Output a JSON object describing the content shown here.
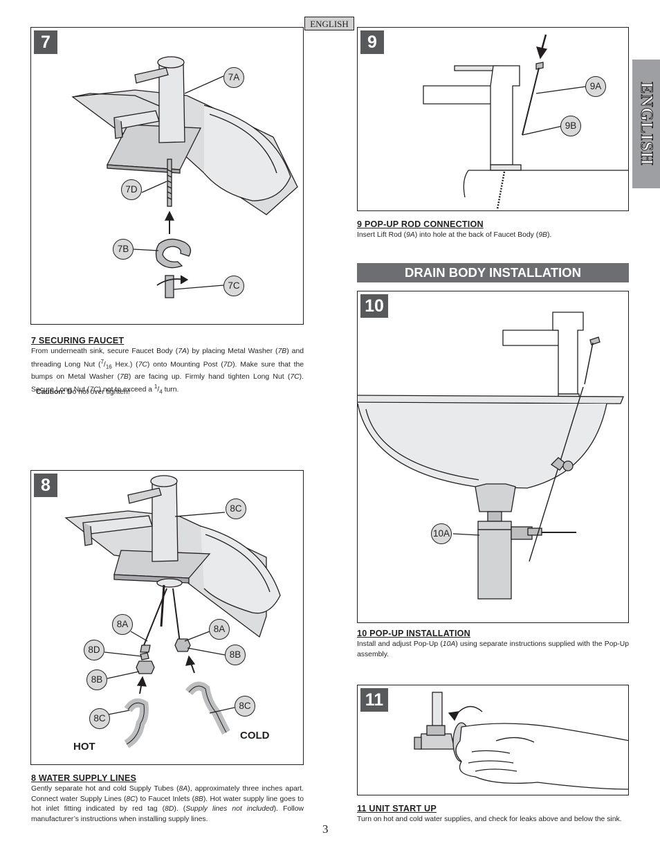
{
  "header": {
    "language_tag": "ENGLISH",
    "side_tab": "ENGLISH"
  },
  "page_number": "3",
  "colors": {
    "step_badge": "#58595b",
    "callout_fill": "#d9d9d9",
    "banner": "#6d6e71",
    "side_tab": "#9d9fa2",
    "line": "#231f20"
  },
  "step7": {
    "number": "7",
    "callouts": {
      "a": "7A",
      "b": "7B",
      "c": "7C",
      "d": "7D"
    },
    "heading": "7  SECURING FAUCET",
    "text": {
      "s1": "From underneath sink, secure Faucet Body (",
      "r1": "7A",
      "s2": ") by placing Metal Washer (",
      "r2": "7B",
      "s3": ") and threading Long Nut (",
      "frac1_num": "7",
      "frac1_den": "16",
      "s4": " Hex.) (",
      "r3": "7C",
      "s5": ") onto Mounting Post (",
      "r4": "7D",
      "s6": "). Make sure that the bumps on Metal Washer (",
      "r5": "7B",
      "s7": ") are facing up. Firmly hand tighten Long Nut (",
      "r6": "7C",
      "s8": "). Secure Long Nut (",
      "r7": "7C",
      "s9": ") not to exceed a ",
      "frac2_num": "1",
      "frac2_den": "4",
      "s10": " turn.",
      "caution_label": "Caution:",
      "caution_text": " Do not over tighten!"
    }
  },
  "step8": {
    "number": "8",
    "callouts": {
      "c_top": "8C",
      "a_left": "8A",
      "a_right": "8A",
      "d": "8D",
      "b_right": "8B",
      "b_left": "8B",
      "c_right": "8C",
      "c_left": "8C"
    },
    "hot_label": "HOT",
    "cold_label": "COLD",
    "heading": "8  WATER SUPPLY LINES",
    "text": {
      "s1": "Gently separate hot and cold Supply Tubes (",
      "r1": "8A",
      "s2": "), approximately three inches apart. Connect water Supply Lines (",
      "r2": "8C",
      "s3": ") to Faucet Inlets (",
      "r3": "8B",
      "s4": ").  Hot water supply line goes to hot inlet fitting indicated by red tag (",
      "r4": "8D",
      "s5": ").  (",
      "note": "Supply lines not included",
      "s6": ").  Follow manufacturer’s instructions when installing supply lines."
    }
  },
  "step9": {
    "number": "9",
    "callouts": {
      "a": "9A",
      "b": "9B"
    },
    "heading": "9  POP-UP ROD CONNECTION",
    "text": {
      "s1": "Insert Lift Rod (",
      "r1": "9A",
      "s2": ") into hole at the back of Faucet Body (",
      "r2": "9B",
      "s3": ")."
    }
  },
  "banner": "DRAIN BODY INSTALLATION",
  "step10": {
    "number": "10",
    "callouts": {
      "a": "10A"
    },
    "heading": "10  POP-UP INSTALLATION",
    "text": {
      "s1": "Install and adjust Pop-Up (",
      "r1": "10A",
      "s2": ") using separate instructions supplied with the Pop-Up assembly."
    }
  },
  "step11": {
    "number": "11",
    "heading": "11  UNIT START UP",
    "text": "Turn on hot and cold water supplies, and check for leaks above and below the sink."
  }
}
